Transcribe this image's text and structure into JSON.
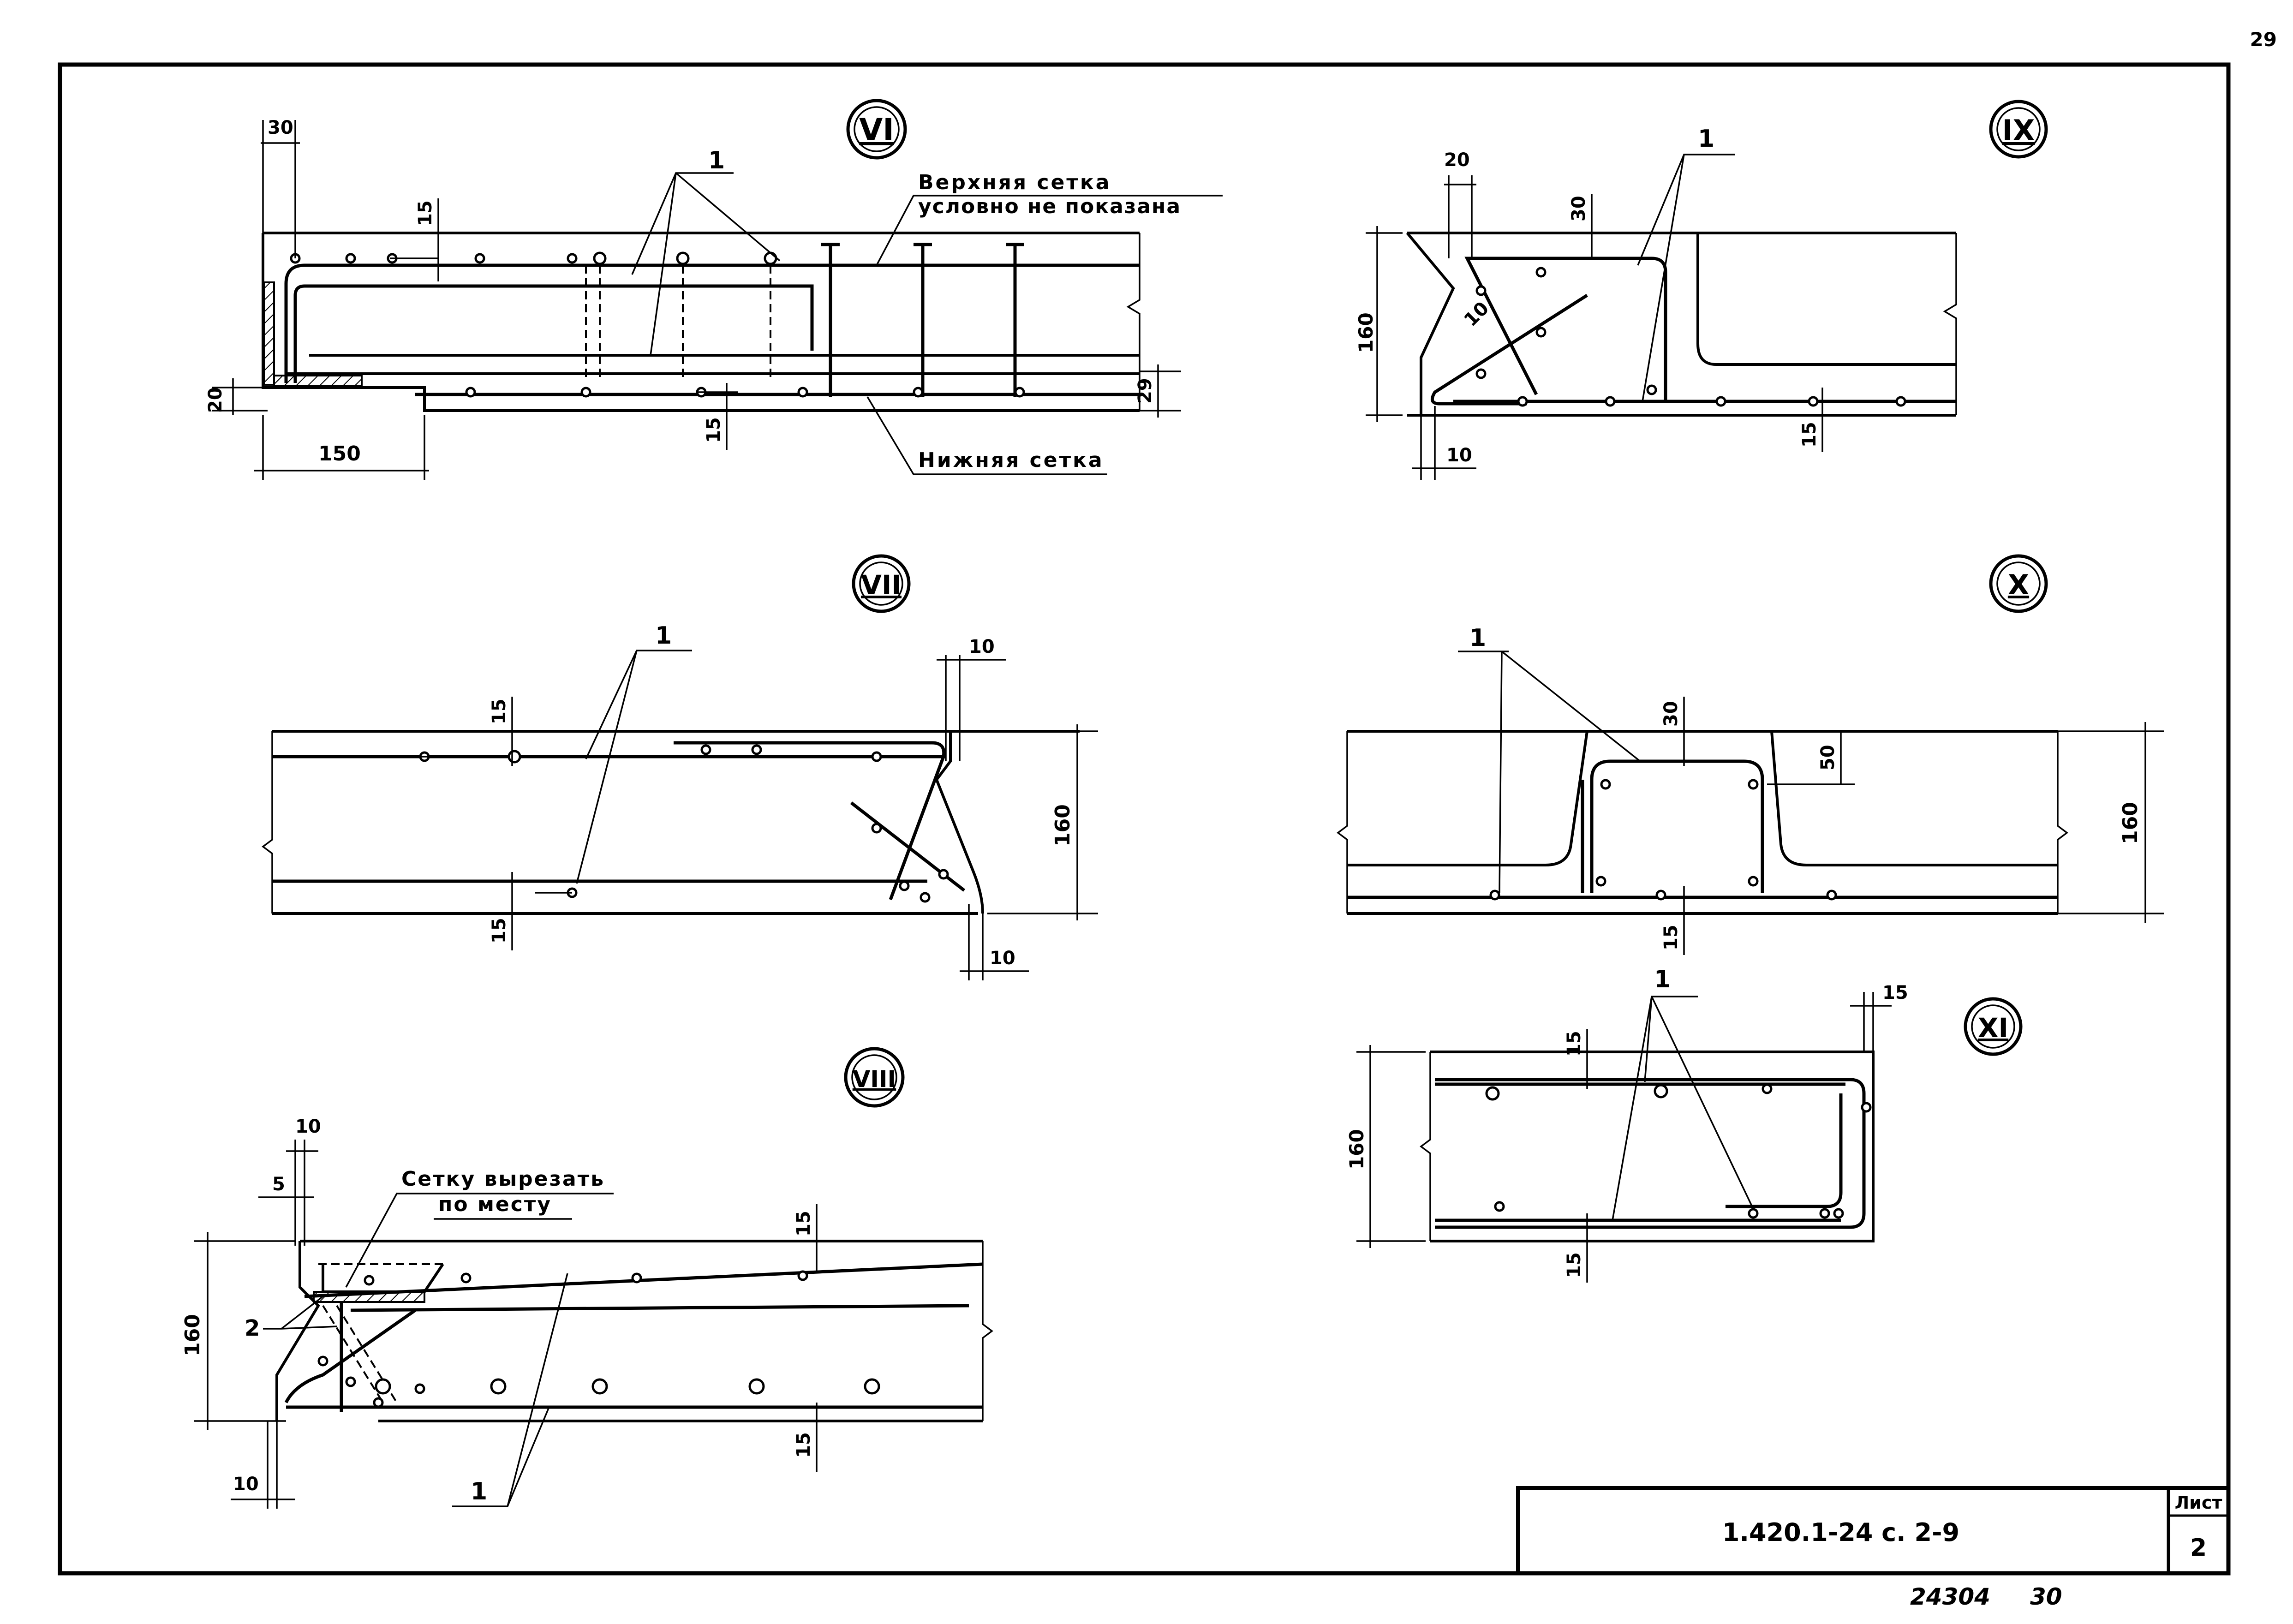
{
  "page_number": "29",
  "sheet_code": "1.420.1-24 с. 2-9",
  "title_block": {
    "sheet_label": "Лист",
    "sheet_value": "2"
  },
  "inventory_number": "24304",
  "format_number": "30",
  "details": {
    "vi": {
      "marker": "VI",
      "callout": "1",
      "note_top_line1": "Верхняя сетка",
      "note_top_line2": "условно не показана",
      "note_bottom": "Нижняя сетка",
      "dims": {
        "d30": "30",
        "d15a": "15",
        "d20": "20",
        "d150": "150",
        "d15b": "15",
        "d29": "29"
      }
    },
    "vii": {
      "marker": "VII",
      "callout": "1",
      "dims": {
        "d15a": "15",
        "d15b": "15",
        "d10a": "10",
        "d10b": "10",
        "d160": "160"
      }
    },
    "viii": {
      "marker": "VIII",
      "callout_1": "1",
      "callout_2": "2",
      "note_line1": "Сетку вырезать",
      "note_line2": "по месту",
      "dims": {
        "d10a": "10",
        "d5": "5",
        "d160": "160",
        "d15a": "15",
        "d15b": "15",
        "d10b": "10"
      }
    },
    "ix": {
      "marker": "IX",
      "callout": "1",
      "dims": {
        "d20": "20",
        "d30": "30",
        "d10a": "10",
        "d160": "160",
        "d10b": "10",
        "d15": "15"
      }
    },
    "x": {
      "marker": "X",
      "callout": "1",
      "dims": {
        "d30": "30",
        "d50": "50",
        "d160": "160",
        "d15": "15"
      }
    },
    "xi": {
      "marker": "XI",
      "callout": "1",
      "dims": {
        "d15a": "15",
        "d15b": "15",
        "d15c": "15",
        "d160": "160"
      }
    }
  }
}
